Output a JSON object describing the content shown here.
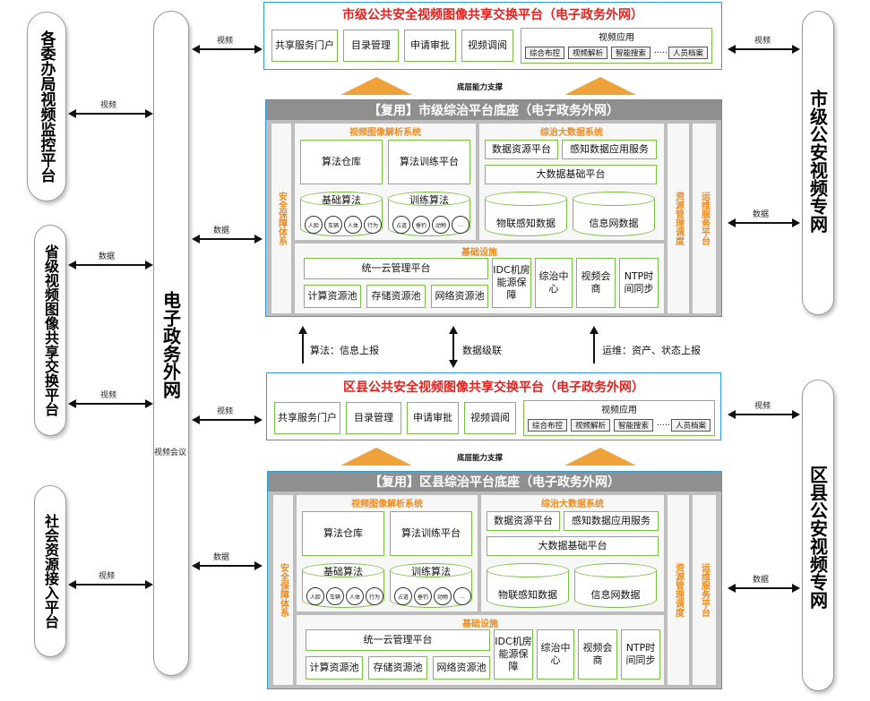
{
  "left_pills": [
    {
      "text": "各委办局视频监控平台"
    },
    {
      "text": "省级视频图像共享交换平台"
    },
    {
      "text": "社会资源接入平台"
    }
  ],
  "central_pill": {
    "text": "电子政务外网",
    "sub": "视频会议"
  },
  "right_pills": [
    {
      "text": "市级公安视频专网"
    },
    {
      "text": "区县公安视频专网"
    }
  ],
  "connector_labels": {
    "video": "视频",
    "data": "数据",
    "base_support": "底层能力支撑",
    "algo_report": "算法：信息上报",
    "data_cascade": "数据级联",
    "ops_report": "运维：资产、状态上报"
  },
  "city_share": {
    "title": "市级公共安全视频图像共享交换平台（电子政务外网）",
    "buttons": [
      "共享服务门户",
      "目录管理",
      "申请审批",
      "视频调阅"
    ],
    "app_title": "视频应用",
    "apps": [
      "综合布控",
      "视频解析",
      "智能搜索",
      "人员档案"
    ],
    "dots": "……"
  },
  "county_share": {
    "title": "区县公共安全视频图像共享交换平台（电子政务外网）",
    "buttons": [
      "共享服务门户",
      "目录管理",
      "申请审批",
      "视频调阅"
    ],
    "app_title": "视频应用",
    "apps": [
      "综合布控",
      "视频解析",
      "智能搜索",
      "人员档案"
    ],
    "dots": "……"
  },
  "city_base": {
    "title": "【复用】市级综治平台底座（电子政务外网）",
    "security": "安全保障体系",
    "resource": "资源管理调度",
    "ops": "运维服务平台",
    "vision_title": "视频图像解析系统",
    "algo_store": "算法仓库",
    "algo_train": "算法训练平台",
    "basic_algo": "基础算法",
    "train_algo": "训练算法",
    "basic_items": [
      "人脸",
      "车辆",
      "人体",
      "行为"
    ],
    "train_items": [
      "占道",
      "垂钓",
      "动物",
      "…"
    ],
    "bigdata_title": "综治大数据系统",
    "data_res": "数据资源平台",
    "sense_svc": "感知数据应用服务",
    "bigdata_base": "大数据基础平台",
    "iot_data": "物联感知数据",
    "info_data": "信息网数据",
    "infra_title": "基础设施",
    "cloud_mgmt": "统一云管理平台",
    "pools": [
      "计算资源池",
      "存储资源池",
      "网络资源池"
    ],
    "idc": "IDC机房能源保障",
    "center": "综治中心",
    "video_conf": "视频会商",
    "ntp": "NTP时间同步"
  },
  "county_base": {
    "title": "【复用】区县综治平台底座（电子政务外网）",
    "security": "安全保障体系",
    "resource": "资源管理调度",
    "ops": "运维服务平台",
    "vision_title": "视频图像解析系统",
    "algo_store": "算法仓库",
    "algo_train": "算法训练平台",
    "basic_algo": "基础算法",
    "train_algo": "训练算法",
    "basic_items": [
      "人脸",
      "车辆",
      "人体",
      "行为"
    ],
    "train_items": [
      "占道",
      "垂钓",
      "动物",
      "…"
    ],
    "bigdata_title": "综治大数据系统",
    "data_res": "数据资源平台",
    "sense_svc": "感知数据应用服务",
    "bigdata_base": "大数据基础平台",
    "iot_data": "物联感知数据",
    "info_data": "信息网数据",
    "infra_title": "基础设施",
    "cloud_mgmt": "统一云管理平台",
    "pools": [
      "计算资源池",
      "存储资源池",
      "网络资源池"
    ],
    "idc": "IDC机房能源保障",
    "center": "综治中心",
    "video_conf": "视频会商",
    "ntp": "NTP时间同步"
  },
  "colors": {
    "title_red": "#e8201e",
    "orange": "#ef8a1c",
    "green": "#7ac142",
    "blue": "#2e9fd4",
    "gray": "#8f8f8f",
    "cone": "#f0a23a"
  }
}
